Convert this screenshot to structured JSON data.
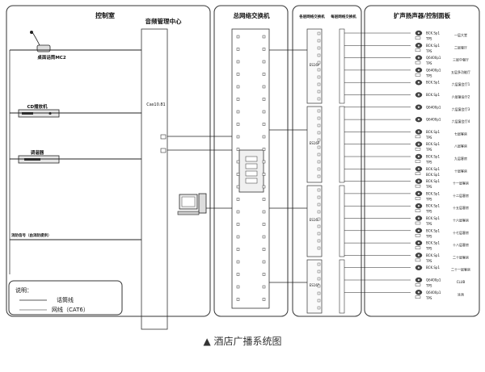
{
  "caption": "▲ 酒店广播系统图",
  "panels": {
    "control_room": "控制室",
    "audio_center": "音频管理中心",
    "main_switch": "总网络交换机",
    "floor_switch": "各层网络交换机",
    "floor_switch2": "每层网络交换机",
    "speakers": "扩声扬声器/控制面板"
  },
  "equipment": {
    "mic": "桌面话筒MC2",
    "cd": "CD播放机",
    "tuner": "调谐器",
    "fire": "消防信号（由消防提供）",
    "host": "Cas10.81",
    "sw_labels": [
      "ES16P",
      "ES16P",
      "ES16P",
      "ES16P"
    ]
  },
  "legend": {
    "title": "说明：",
    "items": [
      "话筒线",
      "网线（CAT6）"
    ]
  },
  "speaker_rows": [
    {
      "left": "BCK.Sp1",
      "sub": "TPS",
      "zone": "一层大堂"
    },
    {
      "left": "BCK.Sp1",
      "sub": "TPS",
      "zone": "二层餐厅"
    },
    {
      "left": "Q6400p1",
      "sub": "TPS",
      "zone": "三层中餐厅"
    },
    {
      "left": "Q6400p1",
      "sub": "TPS",
      "zone": "五层多功能厅"
    },
    {
      "left": "BCK.Sp1",
      "sub": "",
      "zone": "六层宴会厅1"
    },
    {
      "left": "BCK.Sp1",
      "sub": "",
      "zone": "六层宴会厅2"
    },
    {
      "left": "Q6400p1",
      "sub": "",
      "zone": "六层宴会厅3"
    },
    {
      "left": "Q6400p1",
      "sub": "",
      "zone": "六层宴会厅4"
    },
    {
      "left": "BCK.Sp1",
      "sub": "TPS",
      "zone": "七层客房"
    },
    {
      "left": "BCK.Sp1",
      "sub": "TPS",
      "zone": "八层客房"
    },
    {
      "left": "BCK.Sp1",
      "sub": "TPS",
      "zone": "九层客房"
    },
    {
      "left": "BCK.Sp1",
      "sub": "BCK.Sp1",
      "zone": "十层客房"
    },
    {
      "left": "BCK.Sp1",
      "sub": "TPS",
      "zone": "十一层客房"
    },
    {
      "left": "BCK.Sp1",
      "sub": "TPS",
      "zone": "十二层客房"
    },
    {
      "left": "BCK.Sp1",
      "sub": "TPS",
      "zone": "十五层客房"
    },
    {
      "left": "BCK.Sp1",
      "sub": "TPS",
      "zone": "十六层客房"
    },
    {
      "left": "BCK.Sp1",
      "sub": "TPS",
      "zone": "十七层客房"
    },
    {
      "left": "BCK.Sp1",
      "sub": "TPS",
      "zone": "十八层客房"
    },
    {
      "left": "BCK.Sp1",
      "sub": "TPS",
      "zone": "二十层客房"
    },
    {
      "left": "BCK.Sp1",
      "sub": "",
      "zone": "二十一层客房"
    },
    {
      "left": "Q6400p1",
      "sub": "TPS",
      "zone": "CLUB"
    },
    {
      "left": "Q6400p1",
      "sub": "TPS",
      "zone": "泳池"
    }
  ]
}
